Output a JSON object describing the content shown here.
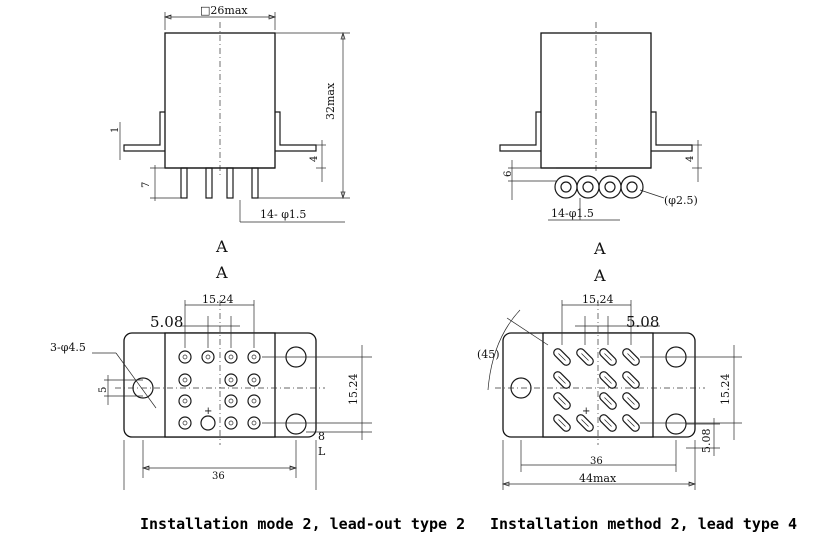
{
  "side_view_left": {
    "width_label": "□26max",
    "height_label": "32max",
    "flange_label": "1",
    "right_label": "4",
    "pin_length_label": "7",
    "pin_dia_label": "14- φ1.5"
  },
  "side_view_right": {
    "left_label": "6",
    "right_label": "4",
    "pin_dia_label": "14-φ1.5",
    "hole_label": "(φ2.5)"
  },
  "view_labels": {
    "left_1": "A",
    "left_2": "A",
    "right_1": "A",
    "right_2": "A"
  },
  "bottom_view_left": {
    "top_span": "15.24",
    "pitch": "5.08",
    "mount_holes": "3-φ4.5",
    "left_small": "5",
    "right_span": "15.24",
    "right_small": "8",
    "right_letter": "L",
    "bottom_label": "36",
    "caption": "Installation mode 2, lead-out type 2"
  },
  "bottom_view_right": {
    "top_span": "15.24",
    "pitch": "5.08",
    "angle": "(45)",
    "right_span": "15.24",
    "right_small": "5.08",
    "mid_label": "36",
    "bottom_label": "44max",
    "caption": "Installation method 2, lead type 4"
  }
}
